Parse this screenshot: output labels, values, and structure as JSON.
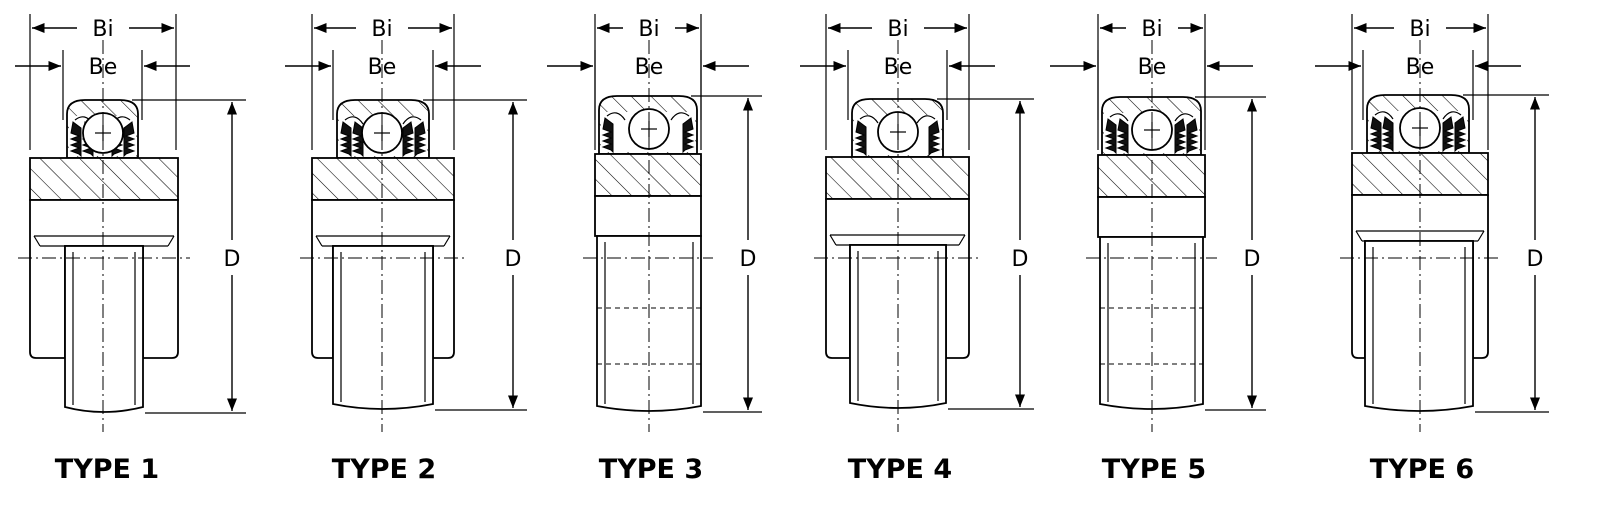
{
  "labels": {
    "inner_width": "Bi",
    "outer_width": "Be",
    "outer_diameter": "D"
  },
  "types": [
    {
      "name": "TYPE 1"
    },
    {
      "name": "TYPE 2"
    },
    {
      "name": "TYPE 3"
    },
    {
      "name": "TYPE 4"
    },
    {
      "name": "TYPE 5"
    },
    {
      "name": "TYPE 6"
    }
  ]
}
